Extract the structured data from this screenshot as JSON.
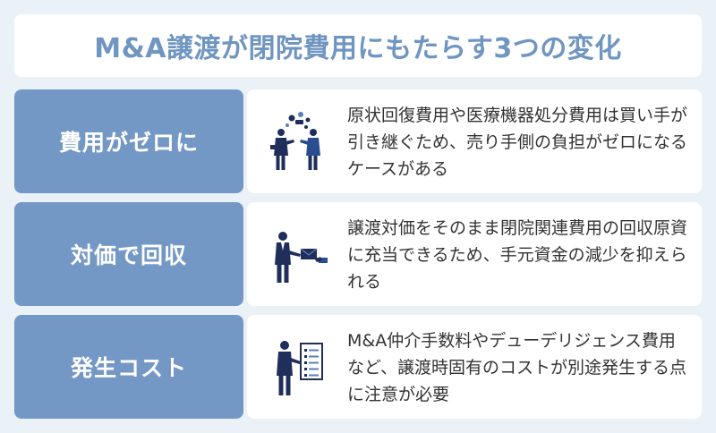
{
  "title": "M&A譲渡が閉院費用にもたらす3つの変化",
  "rows": [
    {
      "label": "費用がゼロに",
      "description": "原状回復費用や医療機器処分費用は買い手が引き継ぐため、売り手側の負担がゼロになるケースがある",
      "icon": "handshake-transaction-icon"
    },
    {
      "label": "対価で回収",
      "description": "譲渡対価をそのまま閉院関連費用の回収原資に充当できるため、手元資金の減少を抑えられる",
      "icon": "payment-handover-icon"
    },
    {
      "label": "発生コスト",
      "description": "M&A仲介手数料やデューデリジェンス費用など、譲渡時固有のコストが別途発生する点に注意が必要",
      "icon": "checklist-person-icon"
    }
  ],
  "colors": {
    "background": "#eaf1f7",
    "accent": "#7498c5",
    "title": "#6f95c1",
    "navy": "#1f2e5a"
  }
}
